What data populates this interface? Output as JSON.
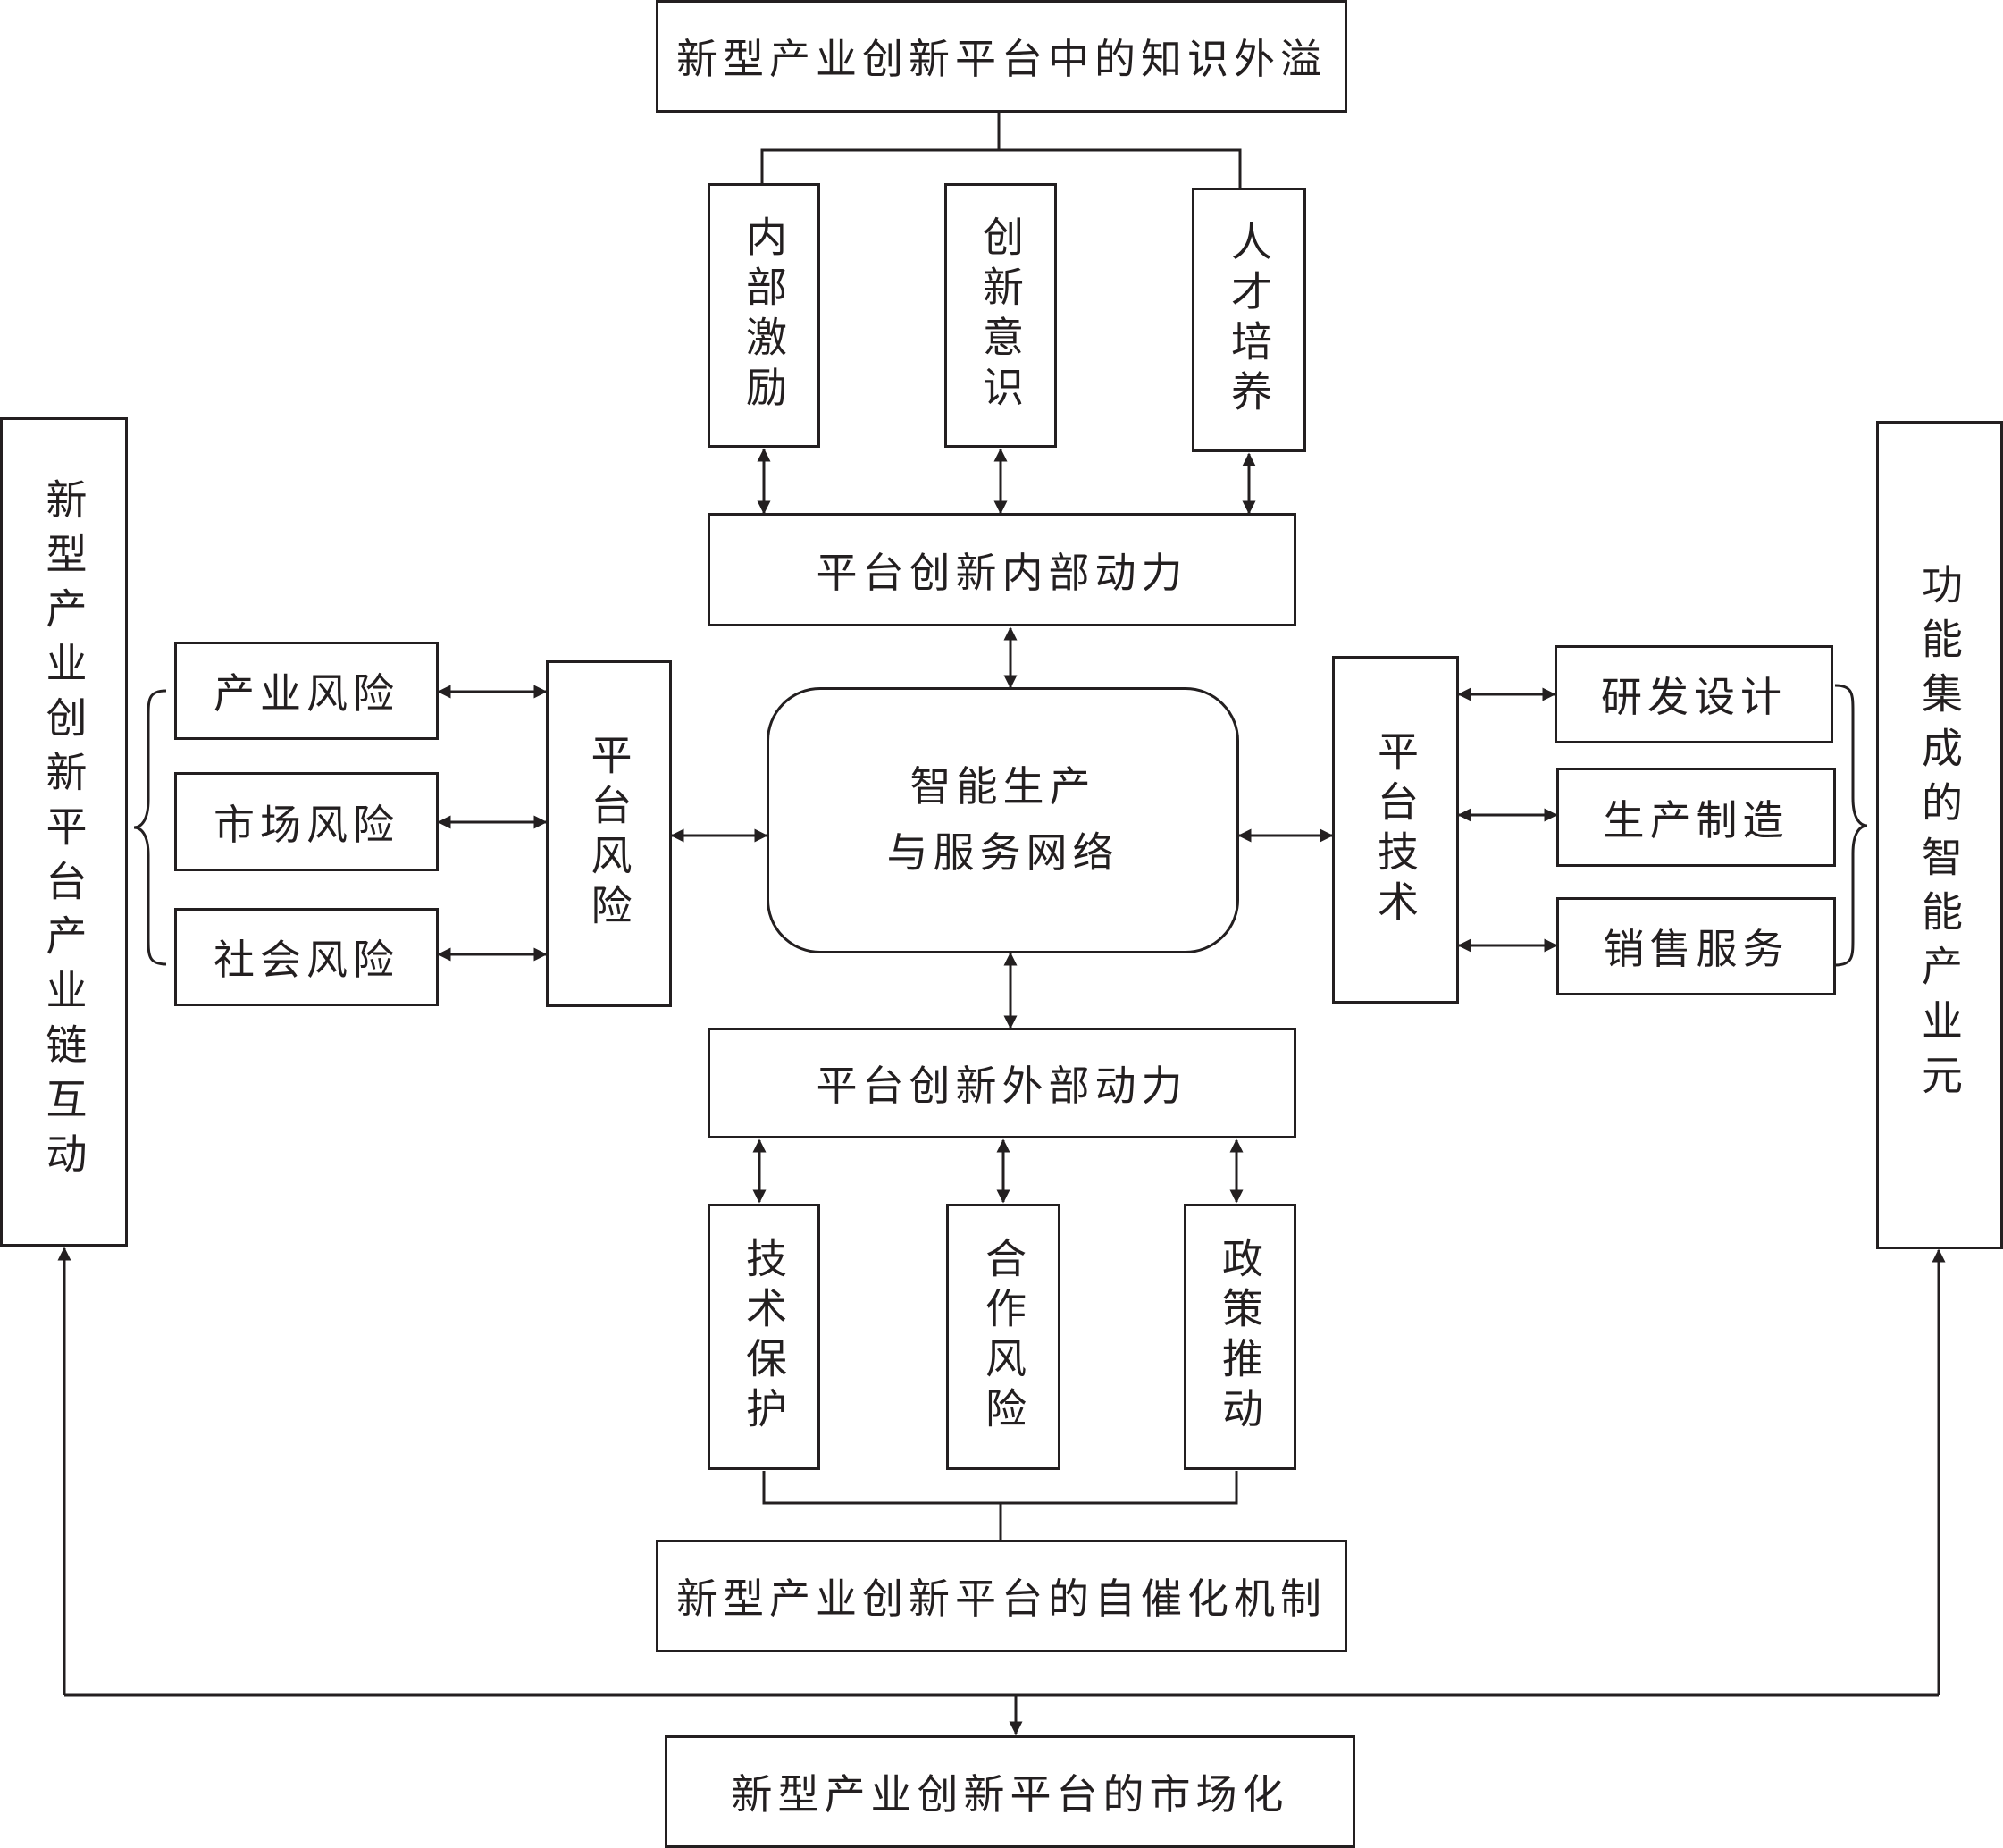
{
  "top": {
    "knowledge_spillover": "新型产业创新平台中的知识外溢"
  },
  "internal_factors": [
    "内部激励",
    "创新意识",
    "人才培养"
  ],
  "internal_driver": "平台创新内部动力",
  "hub": {
    "line1": "智能生产",
    "line2": "与服务网络"
  },
  "external_driver": "平台创新外部动力",
  "external_factors": [
    "技术保护",
    "合作风险",
    "政策推动"
  ],
  "auto_catalysis": "新型产业创新平台的自催化机制",
  "marketization": "新型产业创新平台的市场化",
  "left": {
    "chain": "新型产业创新平台产业链互动",
    "platform_risk": "平台风险",
    "risks": [
      "产业风险",
      "市场风险",
      "社会风险"
    ]
  },
  "right": {
    "unit": "功能集成的智能产业元",
    "platform_tech": "平台技术",
    "techs": [
      "研发设计",
      "生产制造",
      "销售服务"
    ]
  },
  "colors": {
    "line": "#231f20",
    "background": "#ffffff"
  }
}
